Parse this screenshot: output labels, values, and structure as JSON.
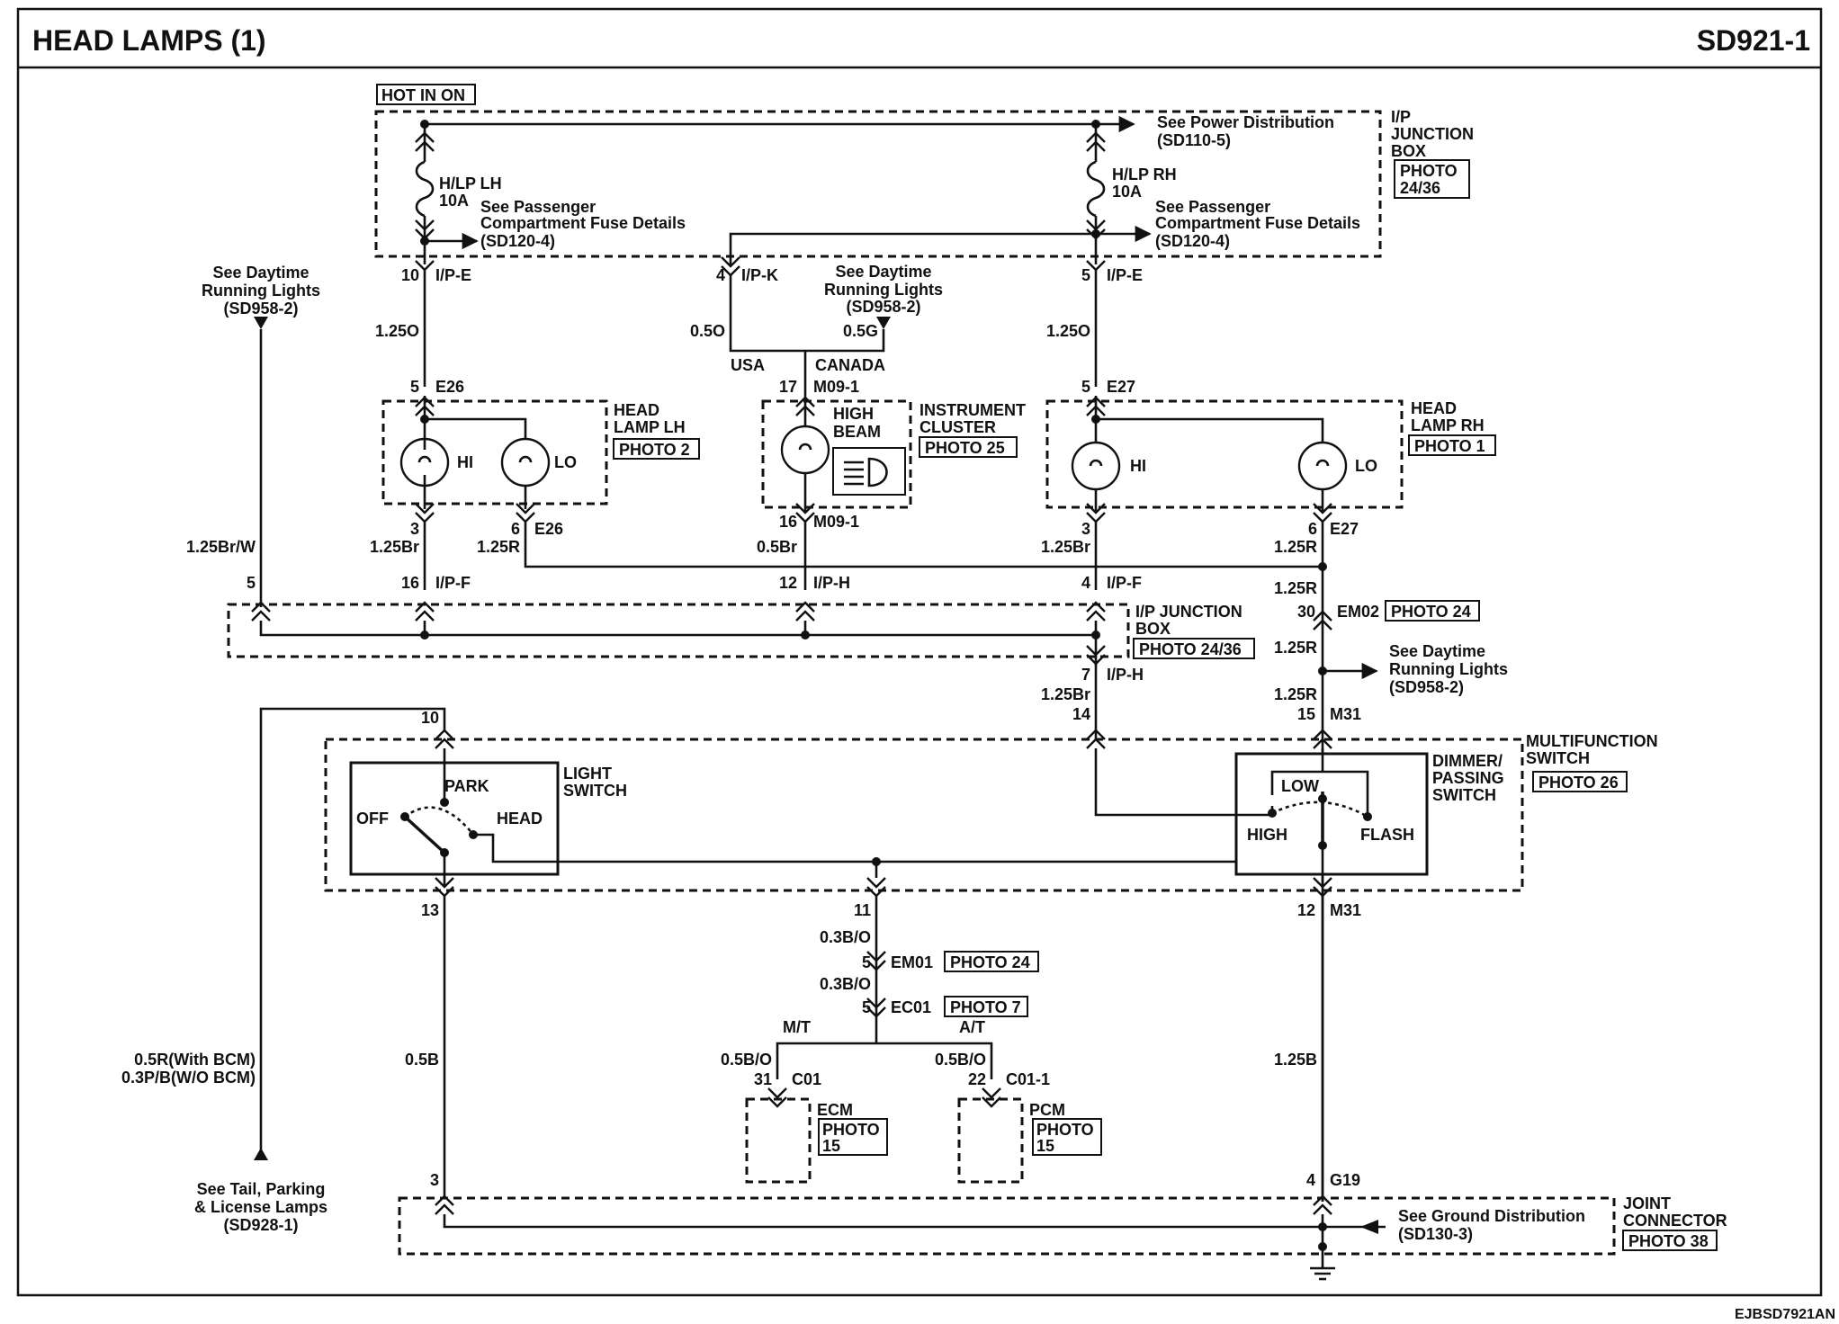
{
  "header": {
    "title": "HEAD LAMPS (1)",
    "sheet": "SD921-1"
  },
  "footer": {
    "code": "EJBSD7921AN"
  },
  "top": {
    "hot_in_on": "HOT IN ON",
    "fuse_lh_name": "H/LP LH",
    "fuse_lh_rating": "10A",
    "fuse_rh_name": "H/LP RH",
    "fuse_rh_rating": "10A",
    "see_pass_lh": [
      "See Passenger",
      "Compartment Fuse Details",
      "(SD120-4)"
    ],
    "see_pass_rh": [
      "See Passenger",
      "Compartment Fuse Details",
      "(SD120-4)"
    ],
    "see_power": [
      "See Power Distribution",
      "(SD110-5)"
    ],
    "ipjb_top": [
      "I/P",
      "JUNCTION",
      "BOX"
    ],
    "ipjb_top_photo": [
      "PHOTO",
      "24/36"
    ]
  },
  "drl": {
    "left": [
      "See Daytime",
      "Running Lights",
      "(SD958-2)"
    ],
    "center": [
      "See Daytime",
      "Running Lights",
      "(SD958-2)"
    ],
    "right": [
      "See Daytime",
      "Running Lights",
      "(SD958-2)"
    ]
  },
  "pins": {
    "p10": "10",
    "p4": "4",
    "p5a": "5",
    "ipe_l": "I/P-E",
    "ipk": "I/P-K",
    "ipe_r": "I/P-E",
    "p5b": "5",
    "e26": "E26",
    "p17": "17",
    "m09a": "M09-1",
    "p5c": "5",
    "e27": "E27",
    "p3a": "3",
    "p6a": "6",
    "e26b": "E26",
    "p16": "16",
    "m09b": "M09-1",
    "p3b": "3",
    "p6b": "6",
    "e27b": "E27",
    "p5d": "5",
    "p16b": "16",
    "ipf_l": "I/P-F",
    "p12": "12",
    "iph": "I/P-H",
    "p4b": "4",
    "ipf_r": "I/P-F",
    "p30": "30",
    "em02": "EM02",
    "p7": "7",
    "iph2": "I/P-H",
    "p10b": "10",
    "p14": "14",
    "p15": "15",
    "m31a": "M31",
    "p13": "13",
    "p11": "11",
    "p12b": "12",
    "m31b": "M31",
    "p5e": "5",
    "em01": "EM01",
    "p5f": "5",
    "ec01": "EC01",
    "p31": "31",
    "c01": "C01",
    "p22": "22",
    "c011": "C01-1",
    "p3c": "3",
    "p4c": "4",
    "g19": "G19"
  },
  "wires": {
    "w1250_l": "1.25O",
    "w050_usa": "0.5O",
    "w05g": "0.5G",
    "w1250_r": "1.25O",
    "usa": "USA",
    "canada": "CANADA",
    "w125brw": "1.25Br/W",
    "w125br_l": "1.25Br",
    "w125r_l": "1.25R",
    "w05br": "0.5Br",
    "w125br_r": "1.25Br",
    "w125r_r": "1.25R",
    "w125r_a": "1.25R",
    "w125r_b": "1.25R",
    "w125r_c": "1.25R",
    "w125br_c": "1.25Br",
    "w03bo_a": "0.3B/O",
    "w03bo_b": "0.3B/O",
    "mt": "M/T",
    "at": "A/T",
    "w05bo_a": "0.5B/O",
    "w05bo_b": "0.5B/O",
    "w05r_bcm": "0.5R(With BCM)",
    "w03pb": "0.3P/B(W/O BCM)",
    "w05b": "0.5B",
    "w125b": "1.25B"
  },
  "components": {
    "head_lh": [
      "HEAD",
      "LAMP LH"
    ],
    "head_lh_photo": "PHOTO 2",
    "head_rh": [
      "HEAD",
      "LAMP RH"
    ],
    "head_rh_photo": "PHOTO 1",
    "inst": [
      "INSTRUMENT",
      "CLUSTER"
    ],
    "inst_photo": "PHOTO 25",
    "high_beam": [
      "HIGH",
      "BEAM"
    ],
    "hi": "HI",
    "lo": "LO",
    "ipjb_mid": [
      "I/P JUNCTION",
      "BOX"
    ],
    "ipjb_mid_photo": "PHOTO 24/36",
    "em02_photo": "PHOTO 24",
    "light_switch": [
      "LIGHT",
      "SWITCH"
    ],
    "park": "PARK",
    "off": "OFF",
    "head": "HEAD",
    "dimmer": [
      "DIMMER/",
      "PASSING",
      "SWITCH"
    ],
    "low": "LOW",
    "high": "HIGH",
    "flash": "FLASH",
    "multi": [
      "MULTIFUNCTION",
      "SWITCH"
    ],
    "multi_photo": "PHOTO 26",
    "em01_photo": "PHOTO 24",
    "ec01_photo": "PHOTO 7",
    "ecm": "ECM",
    "ecm_photo": [
      "PHOTO",
      "15"
    ],
    "pcm": "PCM",
    "pcm_photo": [
      "PHOTO",
      "15"
    ],
    "tail": [
      "See  Tail, Parking",
      "& License Lamps",
      "(SD928-1)"
    ],
    "ground": [
      "See Ground Distribution",
      "(SD130-3)"
    ],
    "joint": [
      "JOINT",
      "CONNECTOR"
    ],
    "joint_photo": "PHOTO 38"
  },
  "icons": [
    "fuse-icon",
    "lamp-icon",
    "high-beam-indicator-icon",
    "arrow-icon",
    "ground-icon",
    "connector-pin-icon",
    "switch-blade-icon"
  ]
}
